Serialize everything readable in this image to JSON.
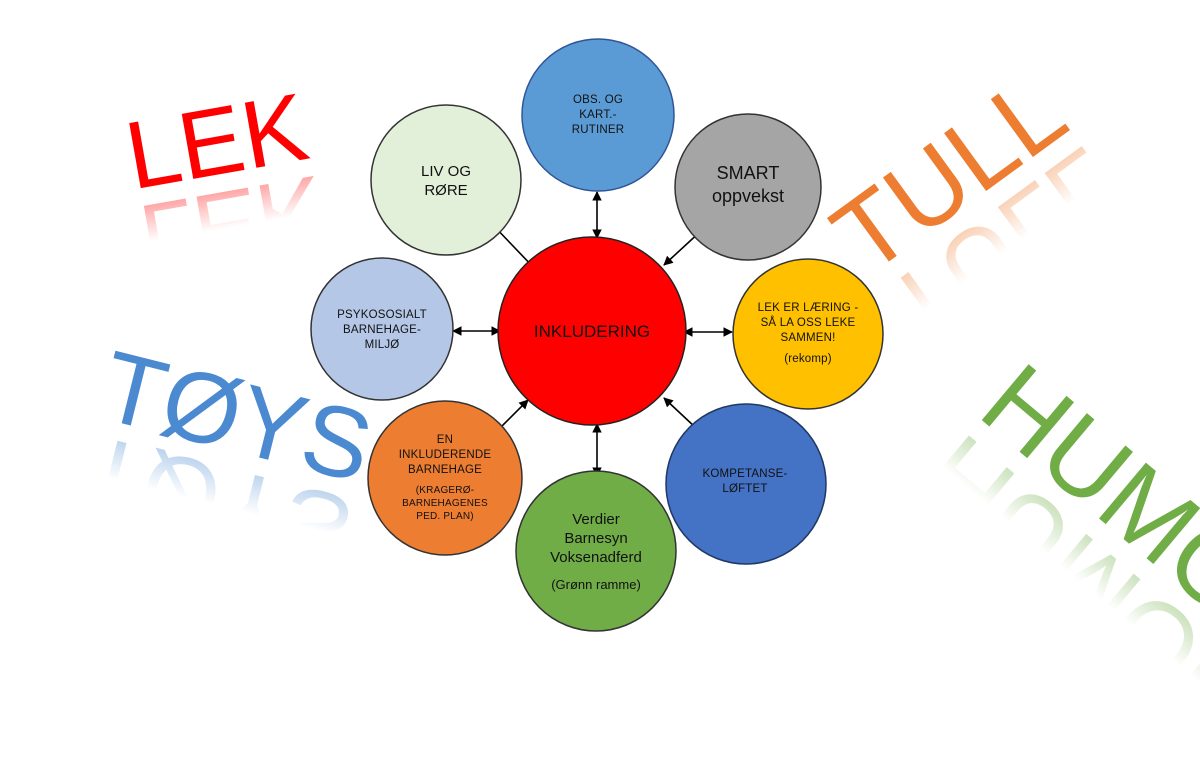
{
  "words": {
    "lek": "LEK",
    "toys": "TØYS",
    "tull": "TULL",
    "humor": "HUMOR"
  },
  "center": {
    "label": "INKLUDERING",
    "color": "#ff0000"
  },
  "nodes": {
    "obs": {
      "lines": [
        "OBS. OG",
        "KART.-",
        "RUTINER"
      ],
      "color": "#5b9bd5"
    },
    "smart": {
      "lines": [
        "SMART",
        "oppvekst"
      ],
      "color": "#a5a5a5"
    },
    "lek_laering": {
      "lines": [
        "LEK ER LÆRING -",
        "SÅ LA OSS LEKE",
        "SAMMEN!"
      ],
      "note": "(rekomp)",
      "color": "#ffc000"
    },
    "kompetanse": {
      "lines": [
        "KOMPETANSE-",
        "LØFTET"
      ],
      "color": "#4472c4"
    },
    "verdier": {
      "lines": [
        "Verdier",
        "Barnesyn",
        "Voksenadferd"
      ],
      "note": "(Grønn ramme)",
      "color": "#70ad47"
    },
    "inkluderende": {
      "lines": [
        "EN",
        "INKLUDERENDE",
        "BARNEHAGE"
      ],
      "note_lines": [
        "(KRAGERØ-",
        "BARNEHAGENES",
        "PED. PLAN)"
      ],
      "color": "#ed7d31"
    },
    "psykososialt": {
      "lines": [
        "PSYKOSOSIALT",
        "BARNEHAGE-",
        "MILJØ"
      ],
      "color": "#b4c7e7"
    },
    "liv": {
      "lines": [
        "LIV OG",
        "RØRE"
      ],
      "color": "#e2f0d9"
    }
  }
}
